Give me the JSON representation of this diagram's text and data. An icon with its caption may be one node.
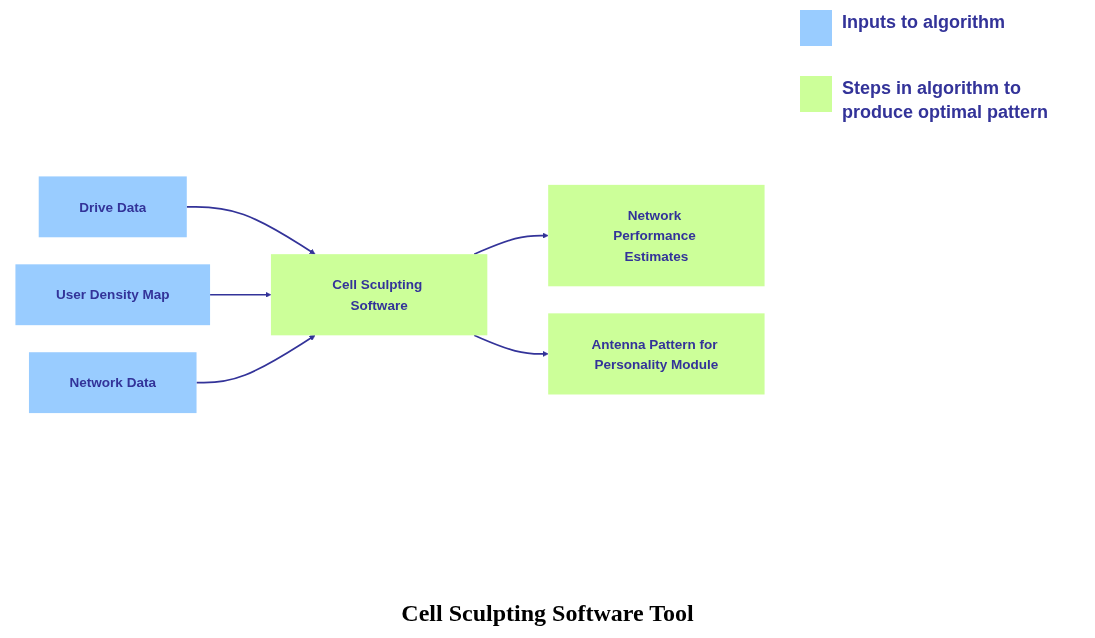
{
  "diagram": {
    "caption": "Cell Sculpting Software Tool",
    "nodes": [
      {
        "text": [
          "Drive Data"
        ]
      },
      {
        "text": [
          "User Density Map"
        ]
      },
      {
        "text": [
          "Network Data"
        ]
      },
      {
        "text": [
          "Cell Sculpting Software"
        ]
      },
      {
        "text": [
          "Network Performance Estimates"
        ]
      },
      {
        "text": [
          "Antenna Pattern for Personality Module"
        ]
      }
    ],
    "edges": [
      {
        "from": 0,
        "to": 3,
        "arrow": "to"
      },
      {
        "from": 1,
        "to": 3,
        "arrow": "to"
      },
      {
        "from": 2,
        "to": 3,
        "arrow": "to"
      },
      {
        "from": 3,
        "to": 4,
        "arrow": "to"
      },
      {
        "from": 3,
        "to": 5,
        "arrow": "to"
      }
    ],
    "legend": [
      {
        "text": "Inputs to algorithm",
        "color": "#99ccff"
      },
      {
        "text": "Steps in algorithm to produce optimal pattern",
        "color": "#ccff99"
      }
    ]
  }
}
